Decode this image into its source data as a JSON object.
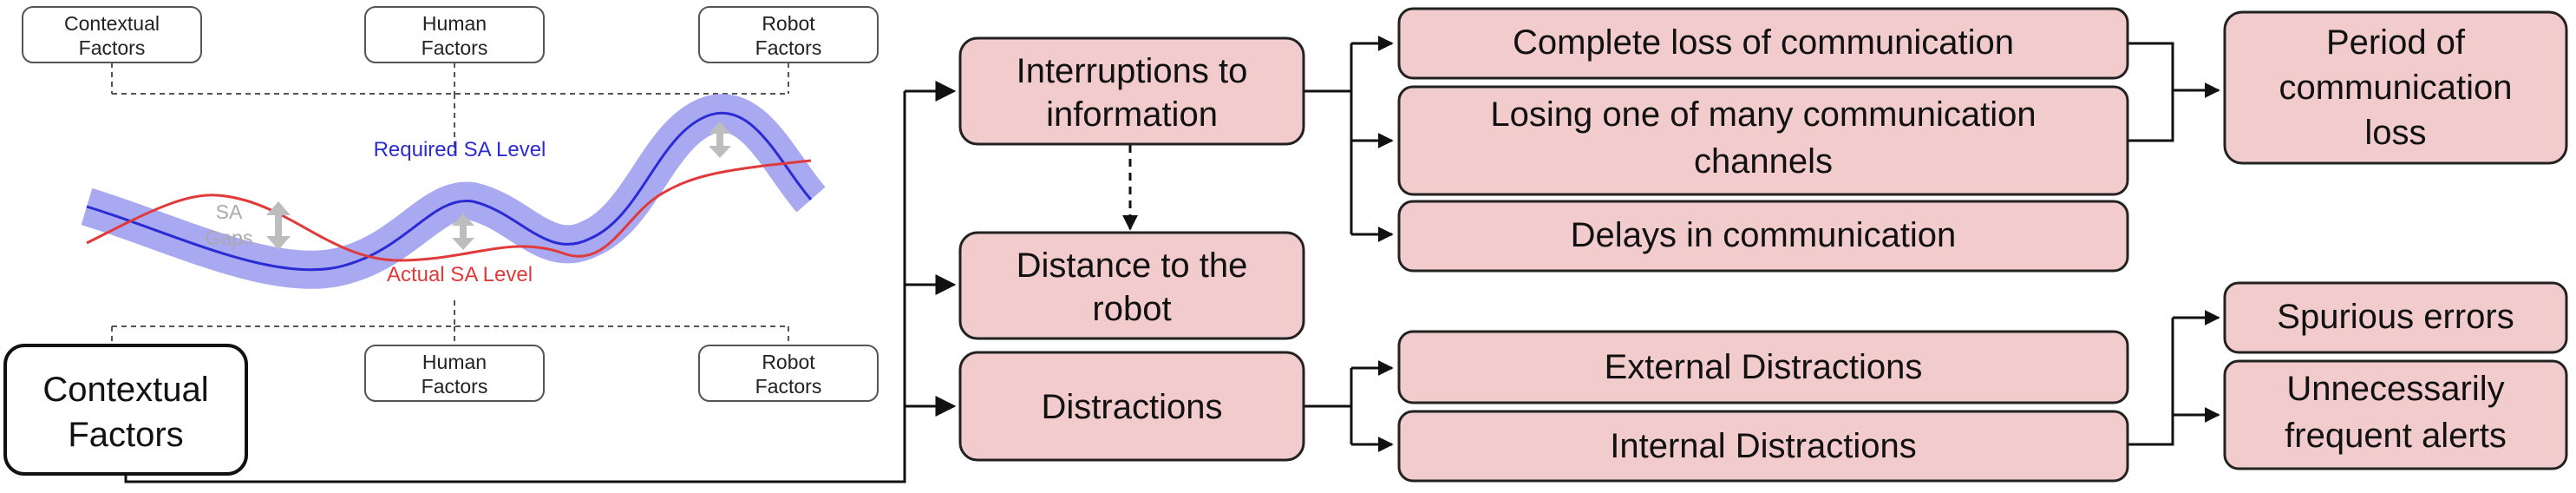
{
  "inset": {
    "top_boxes": [
      {
        "line1": "Contextual",
        "line2": "Factors"
      },
      {
        "line1": "Human",
        "line2": "Factors"
      },
      {
        "line1": "Robot",
        "line2": "Factors"
      }
    ],
    "bottom_boxes": [
      {
        "line1": "Human",
        "line2": "Factors"
      },
      {
        "line1": "Robot",
        "line2": "Factors"
      }
    ],
    "required_label": "Required SA Level",
    "actual_label": "Actual SA Level",
    "gaps_label_line1": "SA",
    "gaps_label_line2": "Gaps",
    "colors": {
      "required": "#2b2bd6",
      "required_band": "#9a9af0",
      "actual": "#e03a3a",
      "gap_arrow": "#bdbdbd"
    }
  },
  "root": {
    "line1": "Contextual",
    "line2": "Factors"
  },
  "categories": [
    {
      "line1": "Interruptions to",
      "line2": "information"
    },
    {
      "line1": "Distance to the",
      "line2": "robot"
    },
    {
      "line1": "Distractions",
      "line2": ""
    }
  ],
  "factors": [
    {
      "line1": "Complete loss of communication",
      "line2": ""
    },
    {
      "line1": "Losing one of many communication",
      "line2": "channels"
    },
    {
      "line1": "Delays in communication",
      "line2": ""
    },
    {
      "line1": "External Distractions",
      "line2": ""
    },
    {
      "line1": "Internal Distractions",
      "line2": ""
    }
  ],
  "outcomes": [
    {
      "line1": "Period of",
      "line2": "communication",
      "line3": "loss"
    },
    {
      "line1": "Spurious errors",
      "line2": "",
      "line3": ""
    },
    {
      "line1": "Unnecessarily",
      "line2": "frequent alerts",
      "line3": ""
    }
  ],
  "colors": {
    "node_fill": "#f2cccc",
    "node_stroke": "#222222",
    "line": "#111111"
  }
}
